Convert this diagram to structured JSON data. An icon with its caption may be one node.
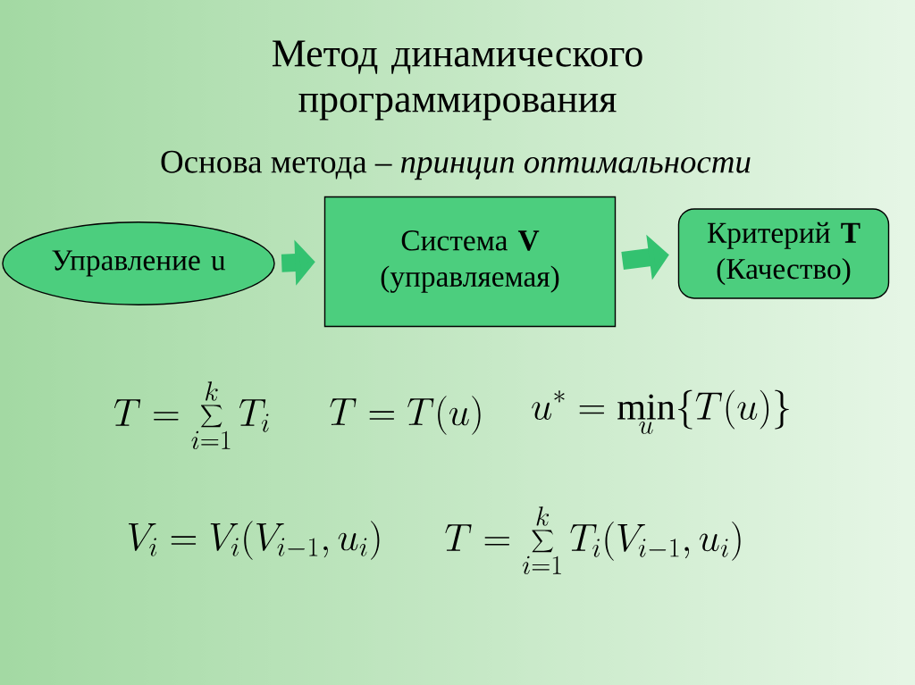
{
  "diagram": {
    "title": "Метод динамического программирования",
    "nodes": [
      {
        "text": [
          "Управление u"
        ]
      },
      {
        "text": [
          "Система **V** (управляемая)"
        ]
      },
      {
        "text": [
          "Критерий **T** (Качество)"
        ]
      }
    ],
    "edges": [
      {
        "from": 0,
        "to": 1,
        "arrow": "to"
      },
      {
        "from": 1,
        "to": 2,
        "arrow": "to"
      }
    ],
    "labels": [
      "Основа метода – *принцип оптимальности*",
      "T = \\sum_{i=1}^{k} T_i",
      "T = T\\bigl(u\\bigr)",
      "u^{*} = \\min_{u} \\bigl\\{ T\\bigl(u\\bigr) \\bigr\\}",
      "V_i = V_i\\bigl(V_{i-1}, u_i\\bigr)",
      "T = \\sum_{i=1}^{k} T_i\\bigl(V_{i-1}, u_i\\bigr)"
    ]
  }
}
